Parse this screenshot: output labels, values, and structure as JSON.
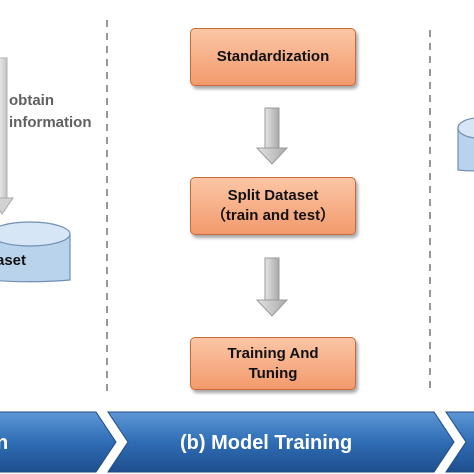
{
  "left_panel": {
    "info_line1": "obtain",
    "info_line2": "information",
    "dataset_label": "aset"
  },
  "middle_panel": {
    "steps": [
      {
        "line1": "Standardization",
        "line2": ""
      },
      {
        "line1": "Split Dataset",
        "line2": "（train and test）"
      },
      {
        "line1": "Training And",
        "line2": "Tuning"
      }
    ]
  },
  "stage_bar": {
    "left_label": "n",
    "middle_label": "(b)  Model Training"
  },
  "colors": {
    "box_fill_top": "#fbc6a6",
    "box_fill_bottom": "#f39a6c",
    "box_border": "#c96a3c",
    "cylinder": "#b9d3ec",
    "bar_blue": "#2f6db5",
    "arrow_gray": "#c8c8c8",
    "divider": "#7f7f7f"
  }
}
